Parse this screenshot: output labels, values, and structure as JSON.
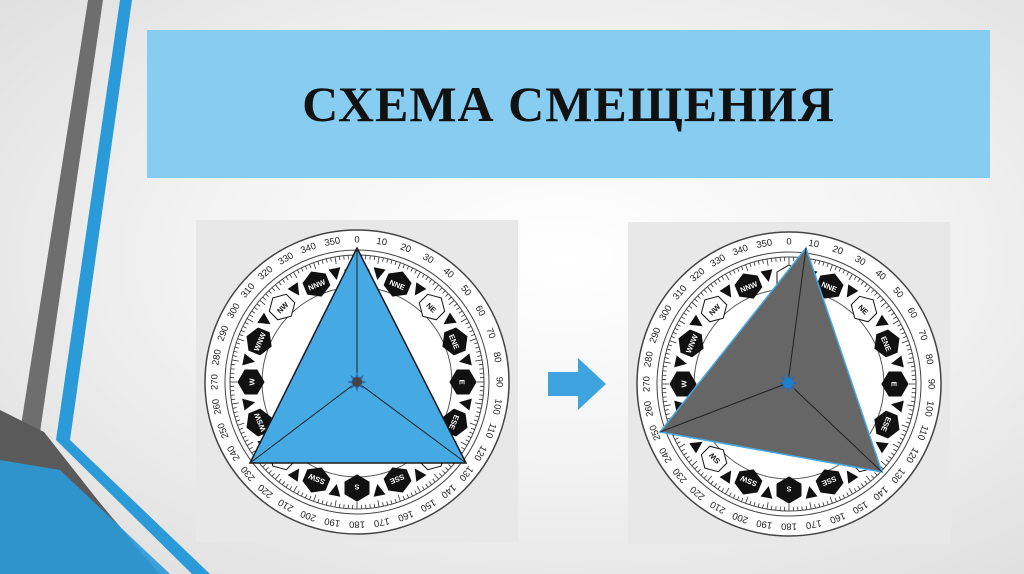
{
  "slide": {
    "title": "СХЕМА СМЕЩЕНИЯ"
  },
  "colors": {
    "title_box": "#87cdf2",
    "accent_blue": "#2a9ad8",
    "stripe_gray": "#6e6e6e",
    "triangle_blue": "#45a9e3",
    "triangle_gray": "#666666",
    "arrow": "#3ea4e0"
  },
  "compass": {
    "degree_labels": [
      "0",
      "10",
      "20",
      "30",
      "40",
      "50",
      "60",
      "70",
      "80",
      "90",
      "100",
      "110",
      "120",
      "130",
      "140",
      "150",
      "160",
      "170",
      "180",
      "190",
      "200",
      "210",
      "220",
      "230",
      "240",
      "250",
      "260",
      "270",
      "280",
      "290",
      "300",
      "310",
      "320",
      "330",
      "340",
      "350"
    ],
    "points": [
      "N",
      "NNE",
      "NE",
      "ENE",
      "E",
      "ESE",
      "SE",
      "SSE",
      "S",
      "SSW",
      "SW",
      "WSW",
      "W",
      "WNW",
      "NW",
      "NNW"
    ]
  },
  "diagrams": [
    {
      "id": "before",
      "triangle_color": "#45a9e3",
      "center_color": "#444444"
    },
    {
      "id": "after",
      "triangle_color": "#666666",
      "center_color": "#1e7fd0"
    }
  ],
  "arrow": {
    "icon": "right-arrow-icon",
    "direction": "right"
  }
}
